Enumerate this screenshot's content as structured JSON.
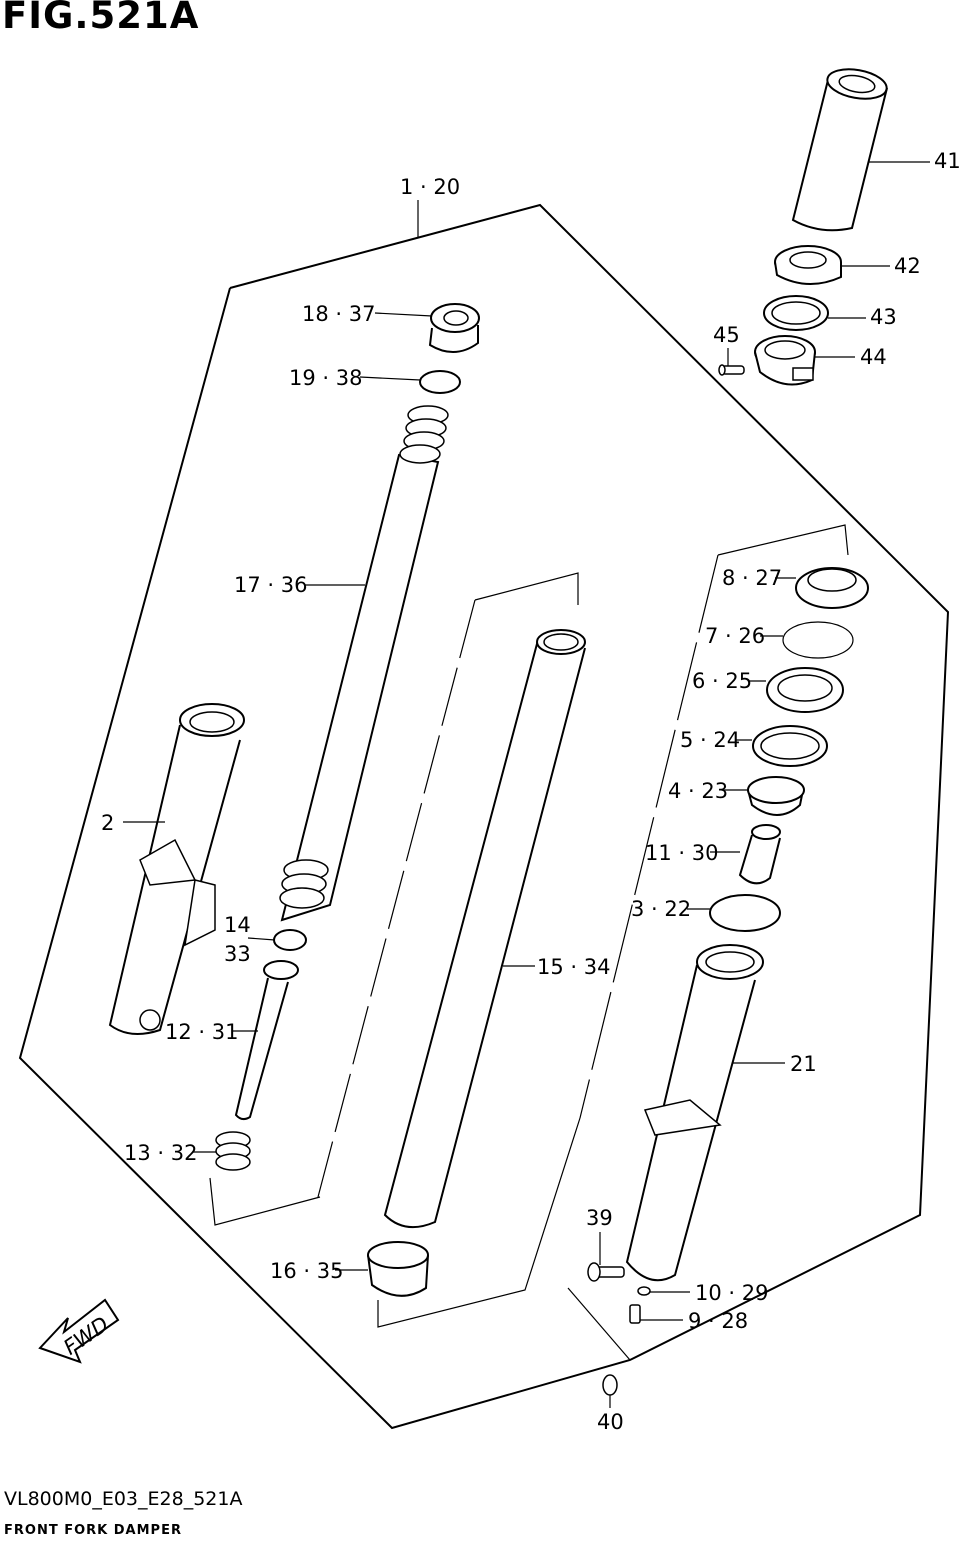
{
  "figure_title": "FIG.521A",
  "footer": {
    "code": "VL800M0_E03_E28_521A",
    "subtitle": "FRONT FORK DAMPER"
  },
  "fwd_label": "FWD",
  "callouts": {
    "c1": "1 · 20",
    "c2": "2",
    "c3": "3 · 22",
    "c4": "4 · 23",
    "c5": "5 · 24",
    "c6": "6 · 25",
    "c7": "7 · 26",
    "c8": "8 · 27",
    "c9": "9 · 28",
    "c10": "10 · 29",
    "c11": "11 · 30",
    "c12": "12 · 31",
    "c13": "13 · 32",
    "c14a": "14",
    "c14b": "33",
    "c15": "15 · 34",
    "c16": "16 · 35",
    "c17": "17 · 36",
    "c18": "18 · 37",
    "c19": "19 · 38",
    "c21": "21",
    "c39": "39",
    "c40": "40",
    "c41": "41",
    "c42": "42",
    "c43": "43",
    "c44": "44",
    "c45": "45"
  }
}
